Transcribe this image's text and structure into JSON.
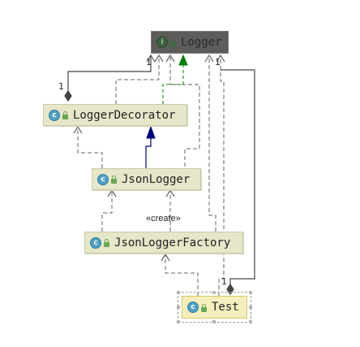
{
  "nodes": {
    "logger": {
      "name": "Logger",
      "kind": "interface",
      "icon": "interface-icon"
    },
    "logger_decorator": {
      "name": "LoggerDecorator",
      "kind": "class",
      "icon": "class-icon"
    },
    "json_logger": {
      "name": "JsonLogger",
      "kind": "class",
      "icon": "class-icon"
    },
    "json_logger_factory": {
      "name": "JsonLoggerFactory",
      "kind": "class",
      "icon": "class-icon"
    },
    "test": {
      "name": "Test",
      "kind": "class",
      "icon": "class-icon",
      "selected": true
    }
  },
  "icon_letters": {
    "class": "c",
    "interface": "i"
  },
  "labels": {
    "create": "«create»",
    "mult_decorator_logger": "1",
    "mult_decorator_end": "1",
    "mult_test_logger": "1",
    "mult_test_end": "1"
  },
  "colors": {
    "interface_fill": "#5c5c5a",
    "class_fill": "#e6e6c9",
    "selected_fill": "#f4eebd",
    "dependency_line": "#666666",
    "realization_line": "#008000",
    "generalization_line": "#00007f",
    "association_line": "#444444"
  }
}
